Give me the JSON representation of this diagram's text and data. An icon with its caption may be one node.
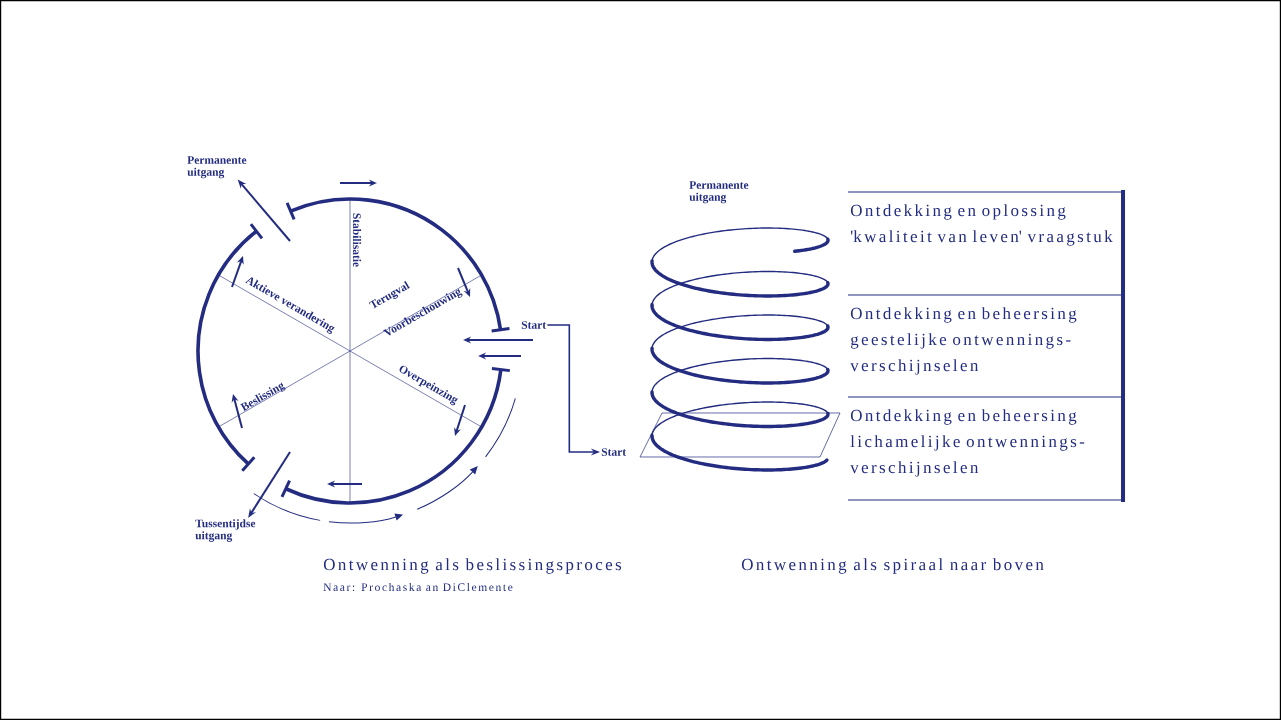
{
  "diagram": {
    "nodes": [
      {
        "text": [
          "Permanente uitgang"
        ]
      },
      {
        "text": [
          "Tussentijdse uitgang"
        ]
      },
      {
        "text": [
          "Start"
        ]
      },
      {
        "text": [
          "Start"
        ]
      },
      {
        "text": [
          "Ontdekking en oplossing 'kwaliteit van leven' vraagstuk"
        ]
      },
      {
        "text": [
          "Ontdekking en beheersing geestelijke ontwennings- verschijnselen"
        ]
      },
      {
        "text": [
          "Ontdekking en beheersing lichamelijke ontwennings- verschijnselen"
        ]
      }
    ],
    "edges": [
      {
        "from": null,
        "to": 0,
        "arrow": "to"
      },
      {
        "from": null,
        "to": 1,
        "arrow": "to"
      },
      {
        "from": 2,
        "to": 3,
        "arrow": "to"
      }
    ],
    "labels": [
      "Stabilisatie",
      "Aktieve verandering",
      "Terugval",
      "Voorbeschouwing",
      "Beslissing",
      "Overpeinzing",
      "Permanente uitgang",
      "Ontwenning als beslissingsproces",
      "Naar: Prochaska an DiClemente",
      "Ontwenning als spiraal naar boven"
    ]
  }
}
